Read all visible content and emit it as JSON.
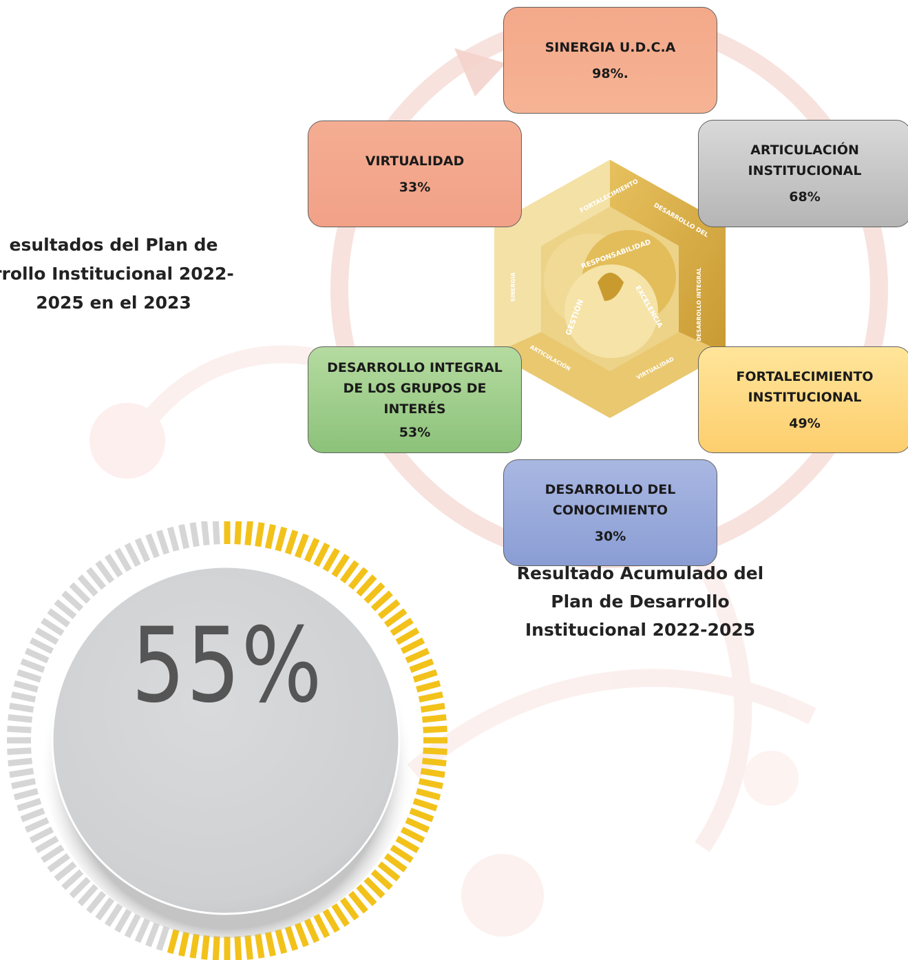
{
  "left_title": [
    "esultados del Plan de",
    "rrollo Institucional 2022-",
    "2025 en el 2023"
  ],
  "right_title": [
    "Resultado Acumulado del",
    "Plan de Desarrollo",
    "Institucional 2022-2025"
  ],
  "boxes": [
    {
      "label": [
        "SINERGIA U.D.C.A"
      ],
      "percent": "98%.",
      "color_top": "#f3a98a",
      "color_bottom": "#f6b394"
    },
    {
      "label": [
        "ARTICULACIÓN",
        "INSTITUCIONAL"
      ],
      "percent": "68%",
      "color_top": "#d9d9d9",
      "color_bottom": "#b5b5b5"
    },
    {
      "label": [
        "FORTALECIMIENTO",
        "INSTITUCIONAL"
      ],
      "percent": "49%",
      "color_top": "#ffe59a",
      "color_bottom": "#fdce6e"
    },
    {
      "label": [
        "DESARROLLO DEL",
        "CONOCIMIENTO"
      ],
      "percent": "30%",
      "color_top": "#a9b7e2",
      "color_bottom": "#8a9dd4"
    },
    {
      "label": [
        "DESARROLLO INTEGRAL",
        "DE LOS GRUPOS DE",
        "INTERÉS"
      ],
      "percent": "53%",
      "color_top": "#b5dba0",
      "color_bottom": "#8cc27a"
    },
    {
      "label": [
        "VIRTUALIDAD"
      ],
      "percent": "33%",
      "color_top": "#f4ad92",
      "color_bottom": "#f2a187"
    }
  ],
  "hexagon_labels": {
    "segments": [
      "FORTALECIMIENTO INSTITUCIONAL",
      "DESARROLLO DEL CONOCIMIENTO",
      "DESARROLLO INTEGRAL DE LOS GRUPOS DE INTERÉS",
      "VIRTUALIDAD",
      "ARTICULACIÓN INSTITUCIONAL",
      "SINERGIA C.T.B. - U.D.C.A"
    ],
    "core": [
      "RESPONSABILIDAD",
      "EXCELENCIA",
      "GESTIÓN"
    ]
  },
  "gauge": {
    "value_text": "55%",
    "fraction": 0.55,
    "active_color": "#f2c21b",
    "inactive_color": "#d6d6d6"
  },
  "colors": {
    "cycle_arrow": "#f6ddd8",
    "hex_gold": "#dcb24d",
    "hex_light": "#f3e2ae"
  }
}
